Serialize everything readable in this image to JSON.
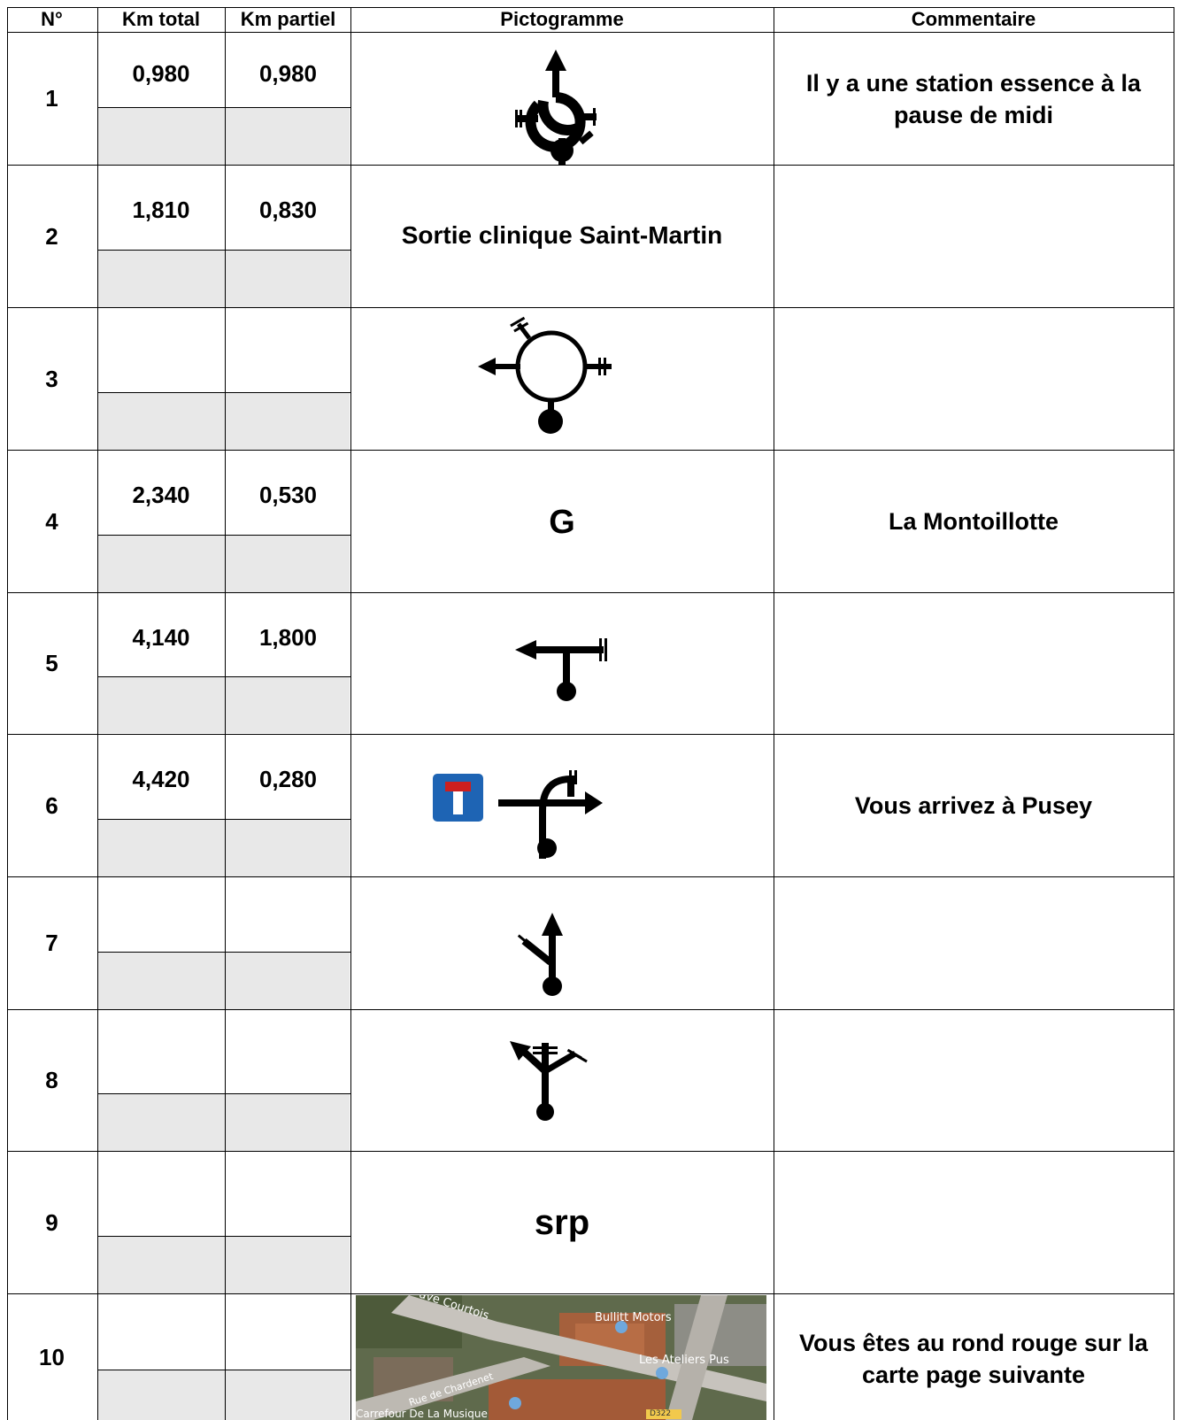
{
  "headers": {
    "num": "N°",
    "km_total": "Km total",
    "km_partiel": "Km partiel",
    "pictogramme": "Pictogramme",
    "commentaire": "Commentaire"
  },
  "rows": [
    {
      "num": "1",
      "km_total": "0,980",
      "km_partiel": "0,980",
      "picto": "roundabout-straight-icon",
      "picto_text": "",
      "comment": "Il y a une station essence à la pause de midi"
    },
    {
      "num": "2",
      "km_total": "1,810",
      "km_partiel": "0,830",
      "picto": "",
      "picto_text": "Sortie clinique Saint-Martin",
      "comment": ""
    },
    {
      "num": "3",
      "km_total": "",
      "km_partiel": "",
      "picto": "roundabout-left-icon",
      "picto_text": "",
      "comment": ""
    },
    {
      "num": "4",
      "km_total": "2,340",
      "km_partiel": "0,530",
      "picto": "",
      "picto_text": "G",
      "comment": "La Montoillotte"
    },
    {
      "num": "5",
      "km_total": "4,140",
      "km_partiel": "1,800",
      "picto": "t-junction-left-icon",
      "picto_text": "",
      "comment": ""
    },
    {
      "num": "6",
      "km_total": "4,420",
      "km_partiel": "0,280",
      "picto": "dead-end-sign-and-right-turn-icon",
      "picto_text": "",
      "comment": "Vous arrivez à Pusey"
    },
    {
      "num": "7",
      "km_total": "",
      "km_partiel": "",
      "picto": "fork-straight-icon",
      "picto_text": "",
      "comment": ""
    },
    {
      "num": "8",
      "km_total": "",
      "km_partiel": "",
      "picto": "y-fork-left-icon",
      "picto_text": "",
      "comment": ""
    },
    {
      "num": "9",
      "km_total": "",
      "km_partiel": "",
      "picto": "",
      "picto_text": "srp",
      "comment": ""
    },
    {
      "num": "10",
      "km_total": "",
      "km_partiel": "",
      "picto": "satellite-map-image",
      "picto_text": "",
      "comment": "Vous êtes au rond rouge sur la carte page suivante"
    }
  ],
  "map_labels": {
    "street_top": "ave Courtois",
    "poi_1": "Bullitt Motors",
    "poi_2": "Les Ateliers Pus",
    "street_2": "Rue de Chardenet",
    "place": "Carrefour De La Musique",
    "road_badge": "D322"
  },
  "colors": {
    "grid_line": "#000000",
    "gray_cell": "#e8e8e8",
    "dead_end_sign_blue": "#1e64b4",
    "dead_end_sign_red": "#cc1f1f"
  }
}
